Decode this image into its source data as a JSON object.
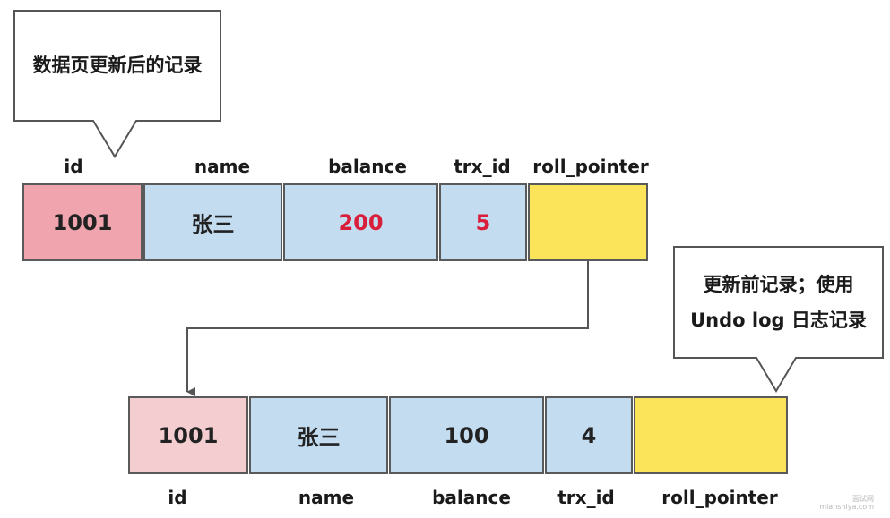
{
  "top_callout": {
    "text": "数据页更新后的记录"
  },
  "bottom_callout": {
    "line1": "更新前记录；使用",
    "line2": "Undo log 日志记录"
  },
  "top_record": {
    "headers": {
      "id": "id",
      "name": "name",
      "balance": "balance",
      "trx_id": "trx_id",
      "roll_pointer": "roll_pointer"
    },
    "values": {
      "id": "1001",
      "name": "张三",
      "balance": "200",
      "trx_id": "5",
      "roll_pointer": ""
    }
  },
  "bottom_record": {
    "headers": {
      "id": "id",
      "name": "name",
      "balance": "balance",
      "trx_id": "trx_id",
      "roll_pointer": "roll_pointer"
    },
    "values": {
      "id": "1001",
      "name": "张三",
      "balance": "100",
      "trx_id": "4",
      "roll_pointer": ""
    }
  },
  "colors": {
    "id_top": "#efa4ae",
    "id_bottom": "#f3cdd0",
    "field_blue": "#c3dcf0",
    "roll_pointer_yellow": "#fce45a",
    "changed_value_red": "#d81e3a"
  },
  "watermark": {
    "line1": "面试网",
    "line2": "mianshiya.com"
  }
}
